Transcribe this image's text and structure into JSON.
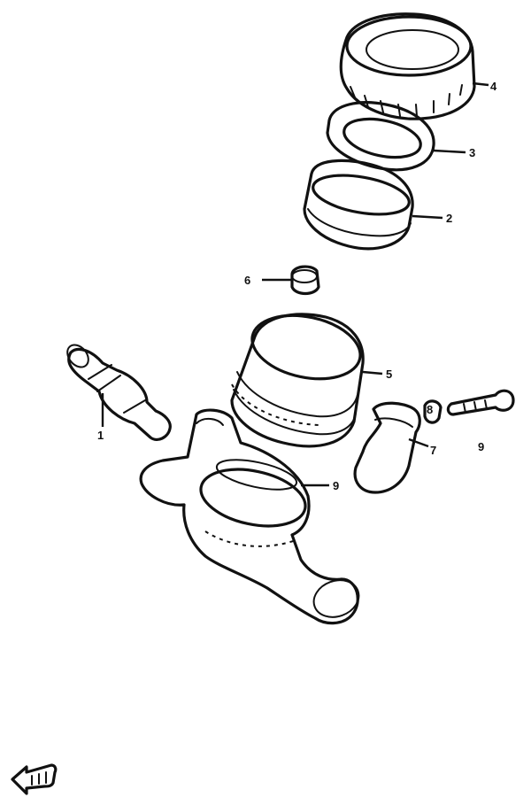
{
  "callouts": {
    "c1": "1",
    "c2": "2",
    "c3": "3",
    "c4": "4",
    "c5": "5",
    "c6": "6",
    "c7": "7",
    "c8": "8",
    "c9a": "9",
    "c9b": "9"
  },
  "icons": {
    "front_arrow": "front-direction-arrow-icon"
  },
  "colors": {
    "line": "#111111",
    "background": "#ffffff"
  }
}
